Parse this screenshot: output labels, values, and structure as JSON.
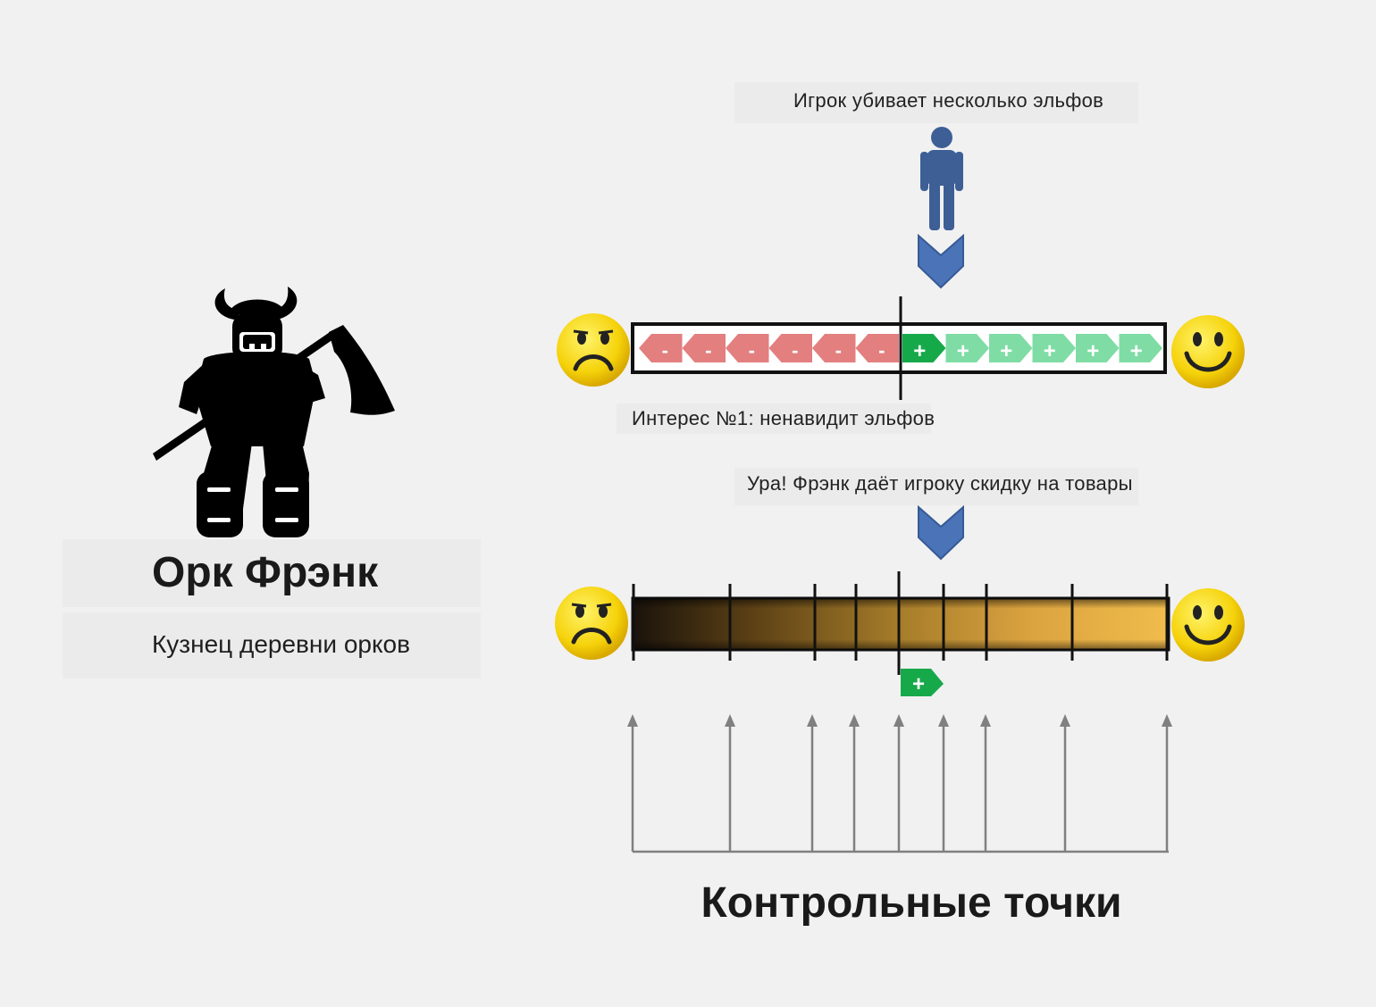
{
  "character": {
    "name": "Орк Фрэнк",
    "role": "Кузнец деревни орков",
    "icon": "orc-warrior-with-axe-icon"
  },
  "event_top": {
    "text": "Игрок убивает несколько эльфов",
    "icon": "person-icon"
  },
  "interest_meter": {
    "caption": "Интерес №1: ненавидит эльфов",
    "negative_symbol": "-",
    "positive_symbol": "+",
    "negative_count": 6,
    "positive_count": 6,
    "active_positive": 1,
    "colors": {
      "negative": "#e37f7f",
      "positive_light": "#7fdca5",
      "positive_active": "#16a94a"
    }
  },
  "event_bottom": {
    "text": "Ура! Фрэнк даёт игроку скидку на товары"
  },
  "relation_bar": {
    "marker_symbol": "+",
    "checkpoint_count": 9,
    "colors": {
      "dark": "#1a130b",
      "light": "#f0bc4c"
    }
  },
  "checkpoints": {
    "title": "Контрольные точки"
  },
  "smileys": {
    "sad": "sad-face-icon",
    "happy": "happy-face-icon"
  }
}
